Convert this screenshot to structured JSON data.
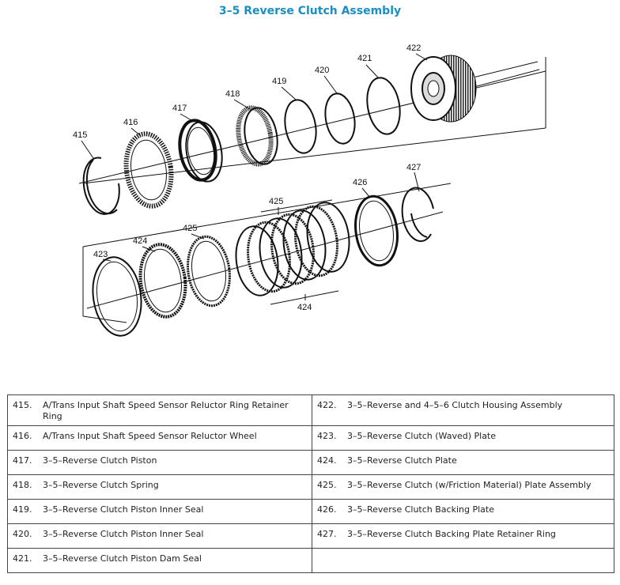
{
  "title": "3–5 Reverse Clutch Assembly",
  "callouts": {
    "c415": "415",
    "c416": "416",
    "c417": "417",
    "c418": "418",
    "c419": "419",
    "c420": "420",
    "c421": "421",
    "c422": "422",
    "c423": "423",
    "c424a": "424",
    "c425a": "425",
    "c425b": "425",
    "c424b": "424",
    "c426": "426",
    "c427": "427"
  },
  "parts": {
    "left": [
      {
        "num": "415.",
        "desc": "A/Trans Input Shaft Speed Sensor Reluctor Ring Retainer Ring"
      },
      {
        "num": "416.",
        "desc": "A/Trans Input Shaft Speed Sensor Reluctor Wheel"
      },
      {
        "num": "417.",
        "desc": "3–5–Reverse Clutch Piston"
      },
      {
        "num": "418.",
        "desc": "3–5–Reverse Clutch Spring"
      },
      {
        "num": "419.",
        "desc": "3–5–Reverse Clutch Piston Inner Seal"
      },
      {
        "num": "420.",
        "desc": "3–5–Reverse Clutch Piston Inner Seal"
      },
      {
        "num": "421.",
        "desc": "3–5–Reverse Clutch Piston Dam Seal"
      }
    ],
    "right": [
      {
        "num": "422.",
        "desc": "3–5–Reverse and 4–5–6 Clutch Housing Assembly"
      },
      {
        "num": "423.",
        "desc": "3–5–Reverse Clutch (Waved) Plate"
      },
      {
        "num": "424.",
        "desc": "3–5–Reverse Clutch Plate"
      },
      {
        "num": "425.",
        "desc": "3–5–Reverse Clutch (w/Friction Material) Plate Assembly"
      },
      {
        "num": "426.",
        "desc": "3–5–Reverse Clutch Backing Plate"
      },
      {
        "num": "427.",
        "desc": "3–5–Reverse Clutch Backing Plate Retainer Ring"
      },
      {
        "num": "",
        "desc": ""
      }
    ]
  }
}
